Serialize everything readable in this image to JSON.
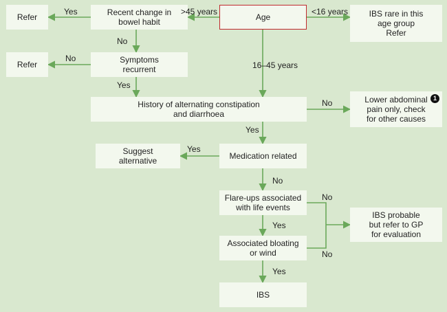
{
  "colors": {
    "background": "#d9e8cf",
    "box": "#f3f8ee",
    "arrow": "#6aa85a",
    "highlight_border": "#c0282d"
  },
  "nodes": {
    "age": "Age",
    "recent_change": "Recent change in\nbowel habit",
    "refer_top": "Refer",
    "ibs_rare": "IBS rare in this\nage group\nRefer",
    "symptoms_recurrent": "Symptoms\nrecurrent",
    "refer_mid": "Refer",
    "history_alternating": "History of alternating constipation\nand diarrhoea",
    "lower_abdominal": "Lower abdominal\npain only, check\nfor other causes",
    "lower_abdominal_badge": "1",
    "medication_related": "Medication related",
    "suggest_alternative": "Suggest\nalternative",
    "flare_ups": "Flare-ups associated\nwith life events",
    "ibs_probable": "IBS probable\nbut refer to GP\nfor evaluation",
    "bloating": "Associated bloating\nor wind",
    "ibs": "IBS"
  },
  "labels": {
    "over_45": ">45 years",
    "under_16": "<16 years",
    "age_16_45": "16–45 years",
    "yes_refer_top": "Yes",
    "no_recent_change": "No",
    "no_refer_mid": "No",
    "yes_symptoms": "Yes",
    "no_history": "No",
    "yes_history": "Yes",
    "yes_medication": "Yes",
    "no_medication": "No",
    "no_flare": "No",
    "yes_flare": "Yes",
    "no_bloating": "No",
    "yes_bloating": "Yes"
  }
}
